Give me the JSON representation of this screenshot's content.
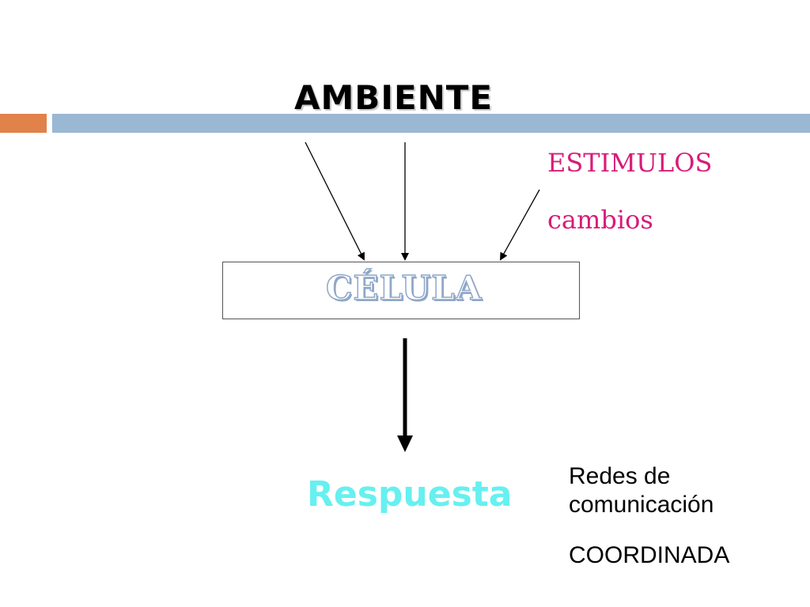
{
  "diagram": {
    "title": "AMBIENTE",
    "stimuli": [
      "ESTIMULOS",
      "cambios"
    ],
    "cell_label": "CÉLULA",
    "response_label": "Respuesta",
    "notes": {
      "line1": "Redes de comunicación",
      "line2": "COORDINADA"
    }
  },
  "colors": {
    "accent_orange": "#e0824a",
    "accent_blue": "#9ab7d4",
    "stimuli_text": "#d81b79",
    "response_text": "#66f0f0",
    "cell_text_outline": "#8fa7c8"
  }
}
